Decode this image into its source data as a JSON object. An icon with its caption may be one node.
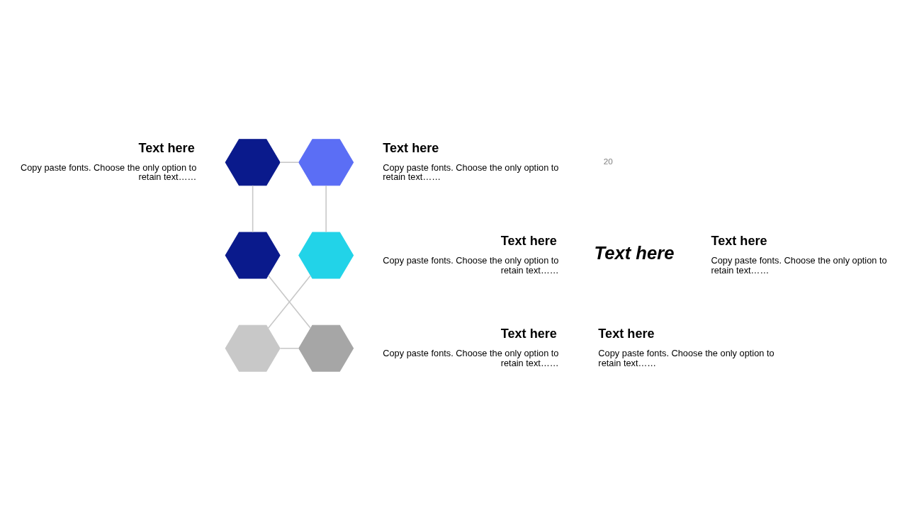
{
  "diagram": {
    "nodes": [
      {
        "text": [],
        "shape": "hexagon",
        "beside": [
          "Text here",
          "Copy paste fonts. Choose the only option to retain text……"
        ]
      },
      {
        "text": [],
        "shape": "hexagon",
        "beside": [
          "Text here",
          "Copy paste fonts. Choose the only option to retain text……"
        ]
      },
      {
        "text": [],
        "shape": "hexagon",
        "beside": [
          "Text here",
          "Copy paste fonts. Choose the only option to retain text……"
        ]
      },
      {
        "text": [],
        "shape": "hexagon",
        "beside": [
          "Text here",
          "Copy paste fonts. Choose the only option to retain text……"
        ]
      },
      {
        "text": [],
        "shape": "hexagon",
        "beside": [
          "Text here",
          "Copy paste fonts. Choose the only option to retain text……"
        ]
      },
      {
        "text": [],
        "shape": "hexagon",
        "beside": [
          "Text here",
          "Copy paste fonts. Choose the only option to retain text……"
        ]
      }
    ],
    "edges": [
      {
        "from": 0,
        "to": 1,
        "arrow": "none"
      },
      {
        "from": 1,
        "to": 3,
        "arrow": "none"
      },
      {
        "from": 3,
        "to": 5,
        "arrow": "none"
      },
      {
        "from": 5,
        "to": 4,
        "arrow": "none"
      },
      {
        "from": 4,
        "to": 2,
        "arrow": "none"
      },
      {
        "from": 2,
        "to": 0,
        "arrow": "none"
      }
    ],
    "labels": [
      "Text here",
      "20"
    ]
  }
}
